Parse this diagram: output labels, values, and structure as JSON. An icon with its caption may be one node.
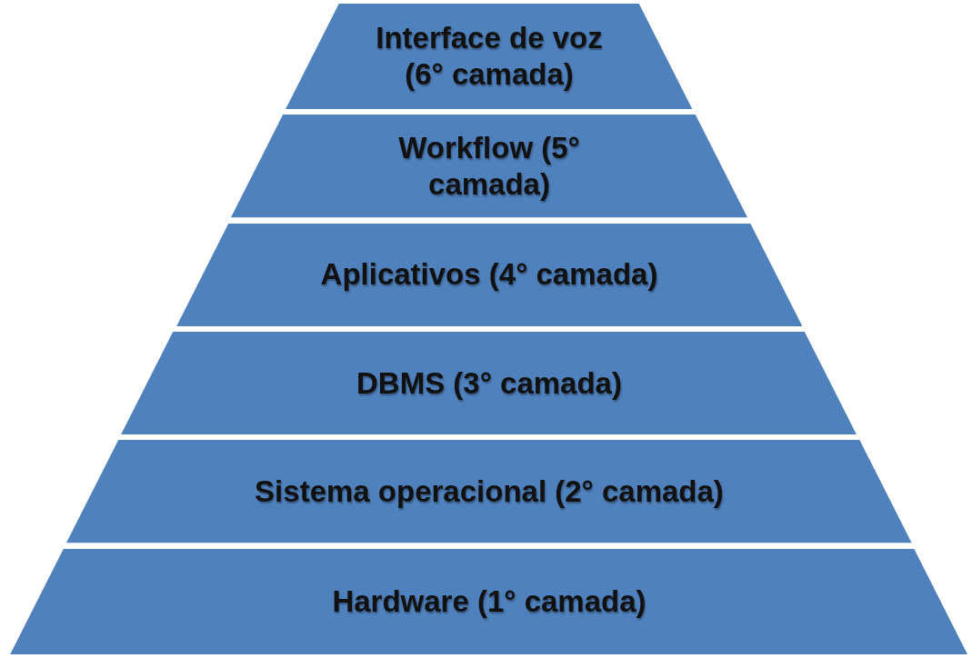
{
  "diagram": {
    "nodes": [
      {
        "text": [
          "Interface de voz (6° camada)"
        ]
      },
      {
        "text": [
          "Workflow (5° camada)"
        ]
      },
      {
        "text": [
          "Aplicativos (4° camada)"
        ]
      },
      {
        "text": [
          "DBMS (3° camada)"
        ]
      },
      {
        "text": [
          "Sistema operacional (2° camada)"
        ]
      },
      {
        "text": [
          "Hardware (1° camada)"
        ]
      }
    ],
    "edges": []
  }
}
